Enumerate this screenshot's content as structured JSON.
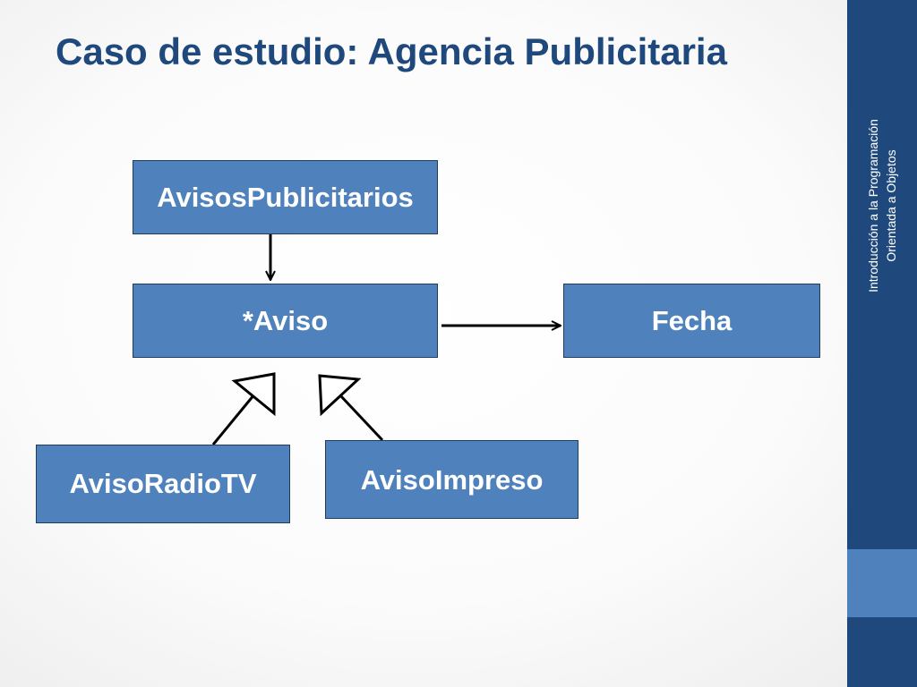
{
  "slide": {
    "title": "Caso de estudio: Agencia Publicitaria"
  },
  "sidebar": {
    "line1": "Introducción a la Programación",
    "line2": "Orientada a Objetos"
  },
  "diagram": {
    "classes": {
      "avisos_publicitarios": "AvisosPublicitarios",
      "aviso": "*Aviso",
      "fecha": "Fecha",
      "aviso_radio_tv": "AvisoRadioTV",
      "aviso_impreso": "AvisoImpreso"
    },
    "relations": [
      {
        "from": "AvisosPublicitarios",
        "to": "*Aviso",
        "kind": "association"
      },
      {
        "from": "*Aviso",
        "to": "Fecha",
        "kind": "association"
      },
      {
        "from": "AvisoRadioTV",
        "to": "*Aviso",
        "kind": "generalization"
      },
      {
        "from": "AvisoImpreso",
        "to": "*Aviso",
        "kind": "generalization"
      }
    ],
    "colors": {
      "title": "#1f497d",
      "box_fill": "#4f81bd",
      "sidebar": "#1f497d",
      "sidebar_accent": "#4f81bd"
    }
  }
}
